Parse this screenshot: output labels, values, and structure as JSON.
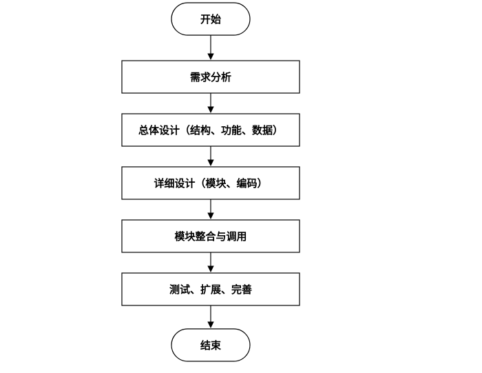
{
  "flowchart": {
    "start": "开始",
    "steps": [
      "需求分析",
      "总体设计（结构、功能、数据）",
      "详细设计（模块、编码）",
      "模块整合与调用",
      "测试、扩展、完善"
    ],
    "end": "结束"
  },
  "colors": {
    "stroke": "#000000",
    "fill": "#ffffff",
    "text": "#000000"
  }
}
